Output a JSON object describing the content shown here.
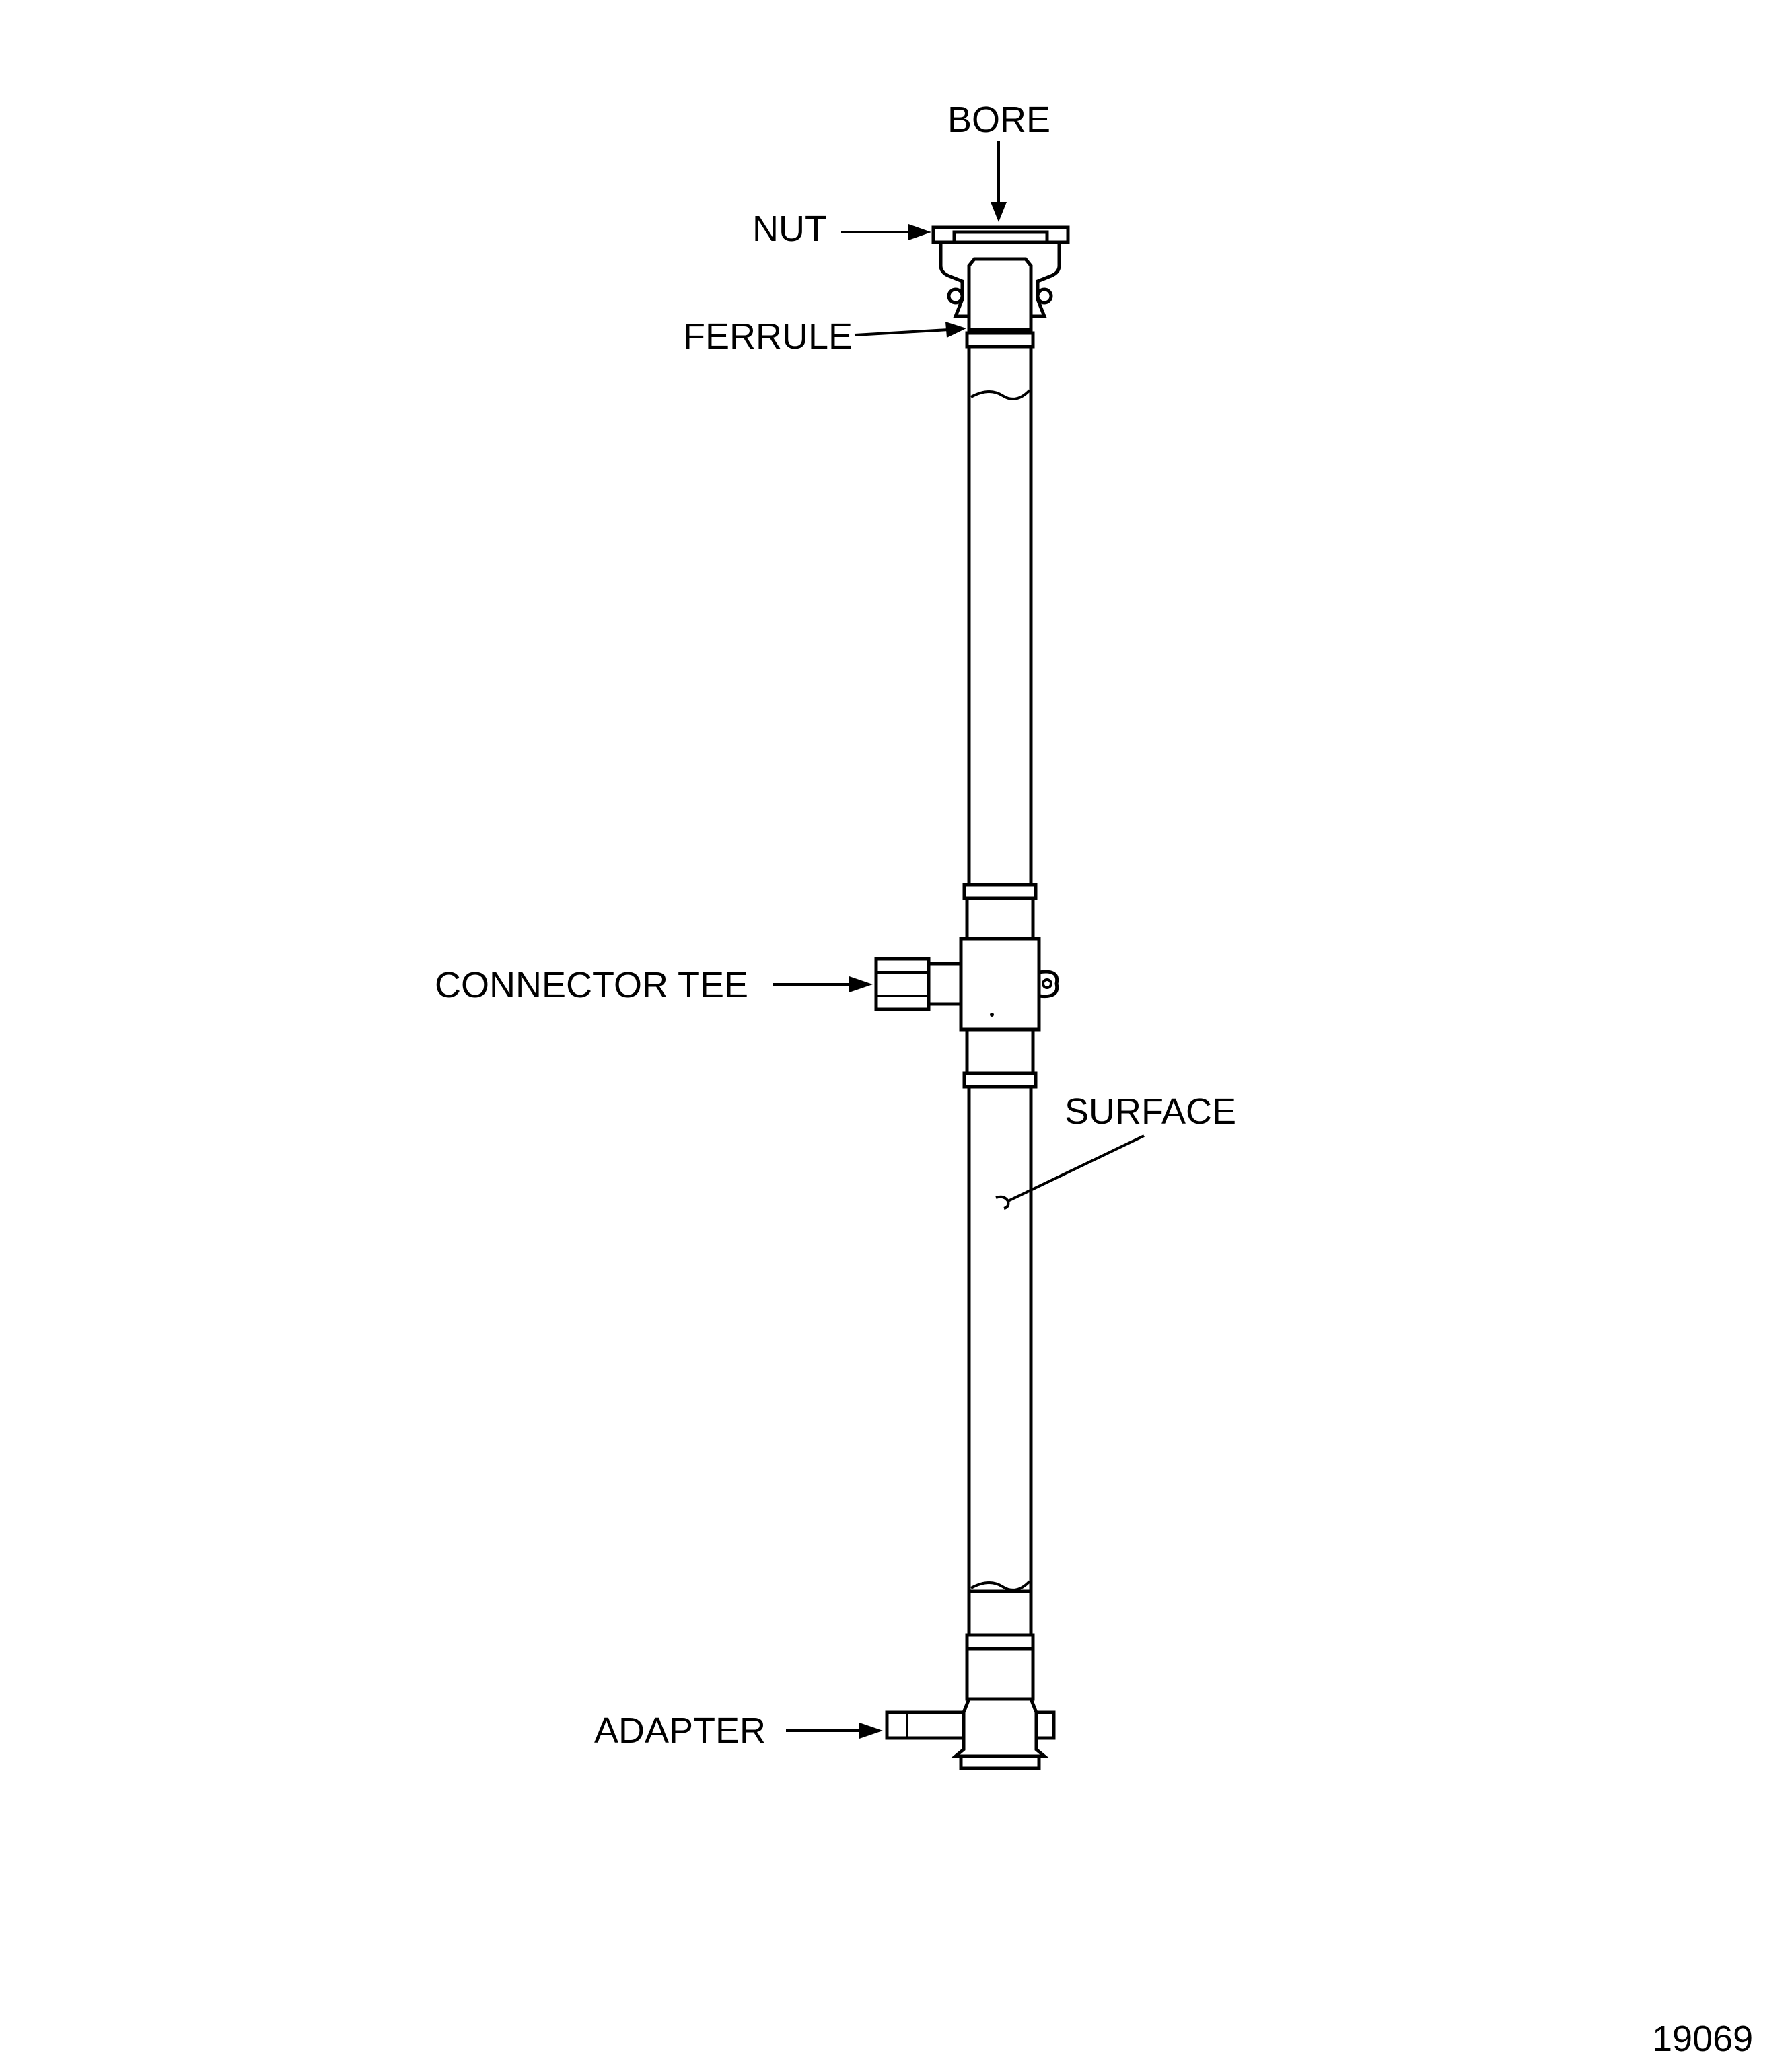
{
  "labels": {
    "bore": "BORE",
    "nut": "NUT",
    "ferrule": "FERRULE",
    "connector_tee": "CONNECTOR TEE",
    "surface": "SURFACE",
    "adapter": "ADAPTER"
  },
  "figure_number": "19069",
  "colors": {
    "ink": "#000000",
    "paper": "#ffffff"
  }
}
